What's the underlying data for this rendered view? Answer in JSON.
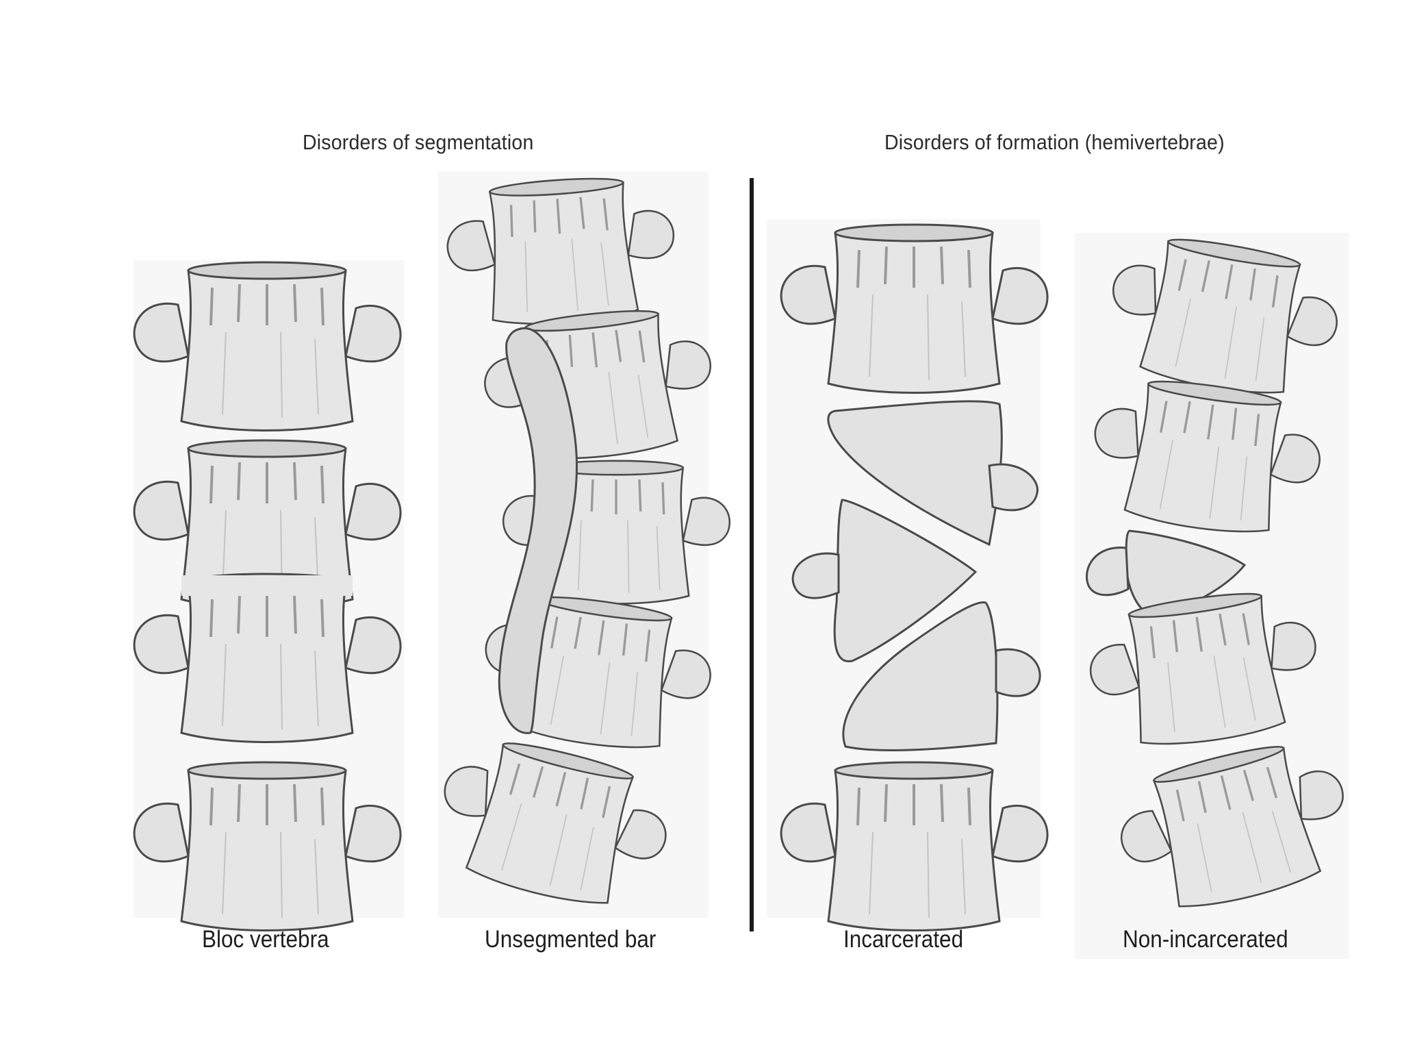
{
  "headings": {
    "segmentation": "Disorders of segmentation",
    "formation": "Disorders of formation (hemivertebrae)"
  },
  "labels": {
    "bloc": "Bloc vertebra",
    "bar": "Unsegmented bar",
    "incarcerated": "Incarcerated",
    "non_incarcerated": "Non-incarcerated"
  },
  "colors": {
    "bone_fill": "#e4e4e4",
    "bone_outline": "#4a4a4a",
    "divider": "#1a1a1a",
    "bar_fill": "#d9d9d9"
  }
}
